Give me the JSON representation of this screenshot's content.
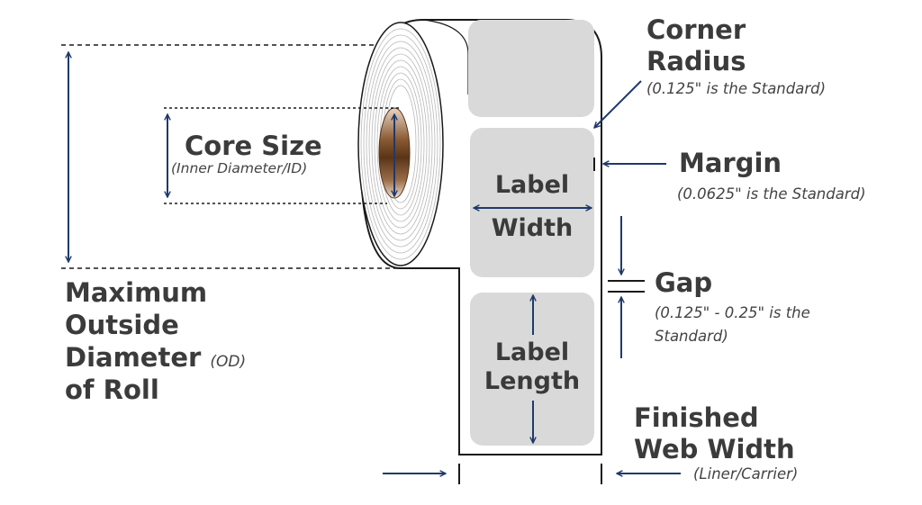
{
  "colors": {
    "arrow": "#1f3a6b",
    "label_fill": "#d9d9d9",
    "outline": "#1a1a1a",
    "text": "#3b3b3b",
    "core": "#7a4d2a"
  },
  "corner_radius": {
    "title_line1": "Corner",
    "title_line2": "Radius",
    "note": "(0.125\" is the Standard)"
  },
  "margin": {
    "title": "Margin",
    "note": "(0.0625\" is the Standard)"
  },
  "gap": {
    "title": "Gap",
    "note_line1": "(0.125\" - 0.25\" is the",
    "note_line2": "Standard)"
  },
  "finished_web_width": {
    "title_line1": "Finished",
    "title_line2": "Web Width",
    "note": "(Liner/Carrier)"
  },
  "core_size": {
    "title": "Core Size",
    "note": "(Inner Diameter/ID)"
  },
  "max_od": {
    "line1": "Maximum",
    "line2": "Outside",
    "line3": "Diameter",
    "line3_note": "(OD)",
    "line4": "of Roll"
  },
  "label_width": {
    "line1": "Label",
    "line2": "Width"
  },
  "label_length": {
    "line1": "Label",
    "line2": "Length"
  }
}
